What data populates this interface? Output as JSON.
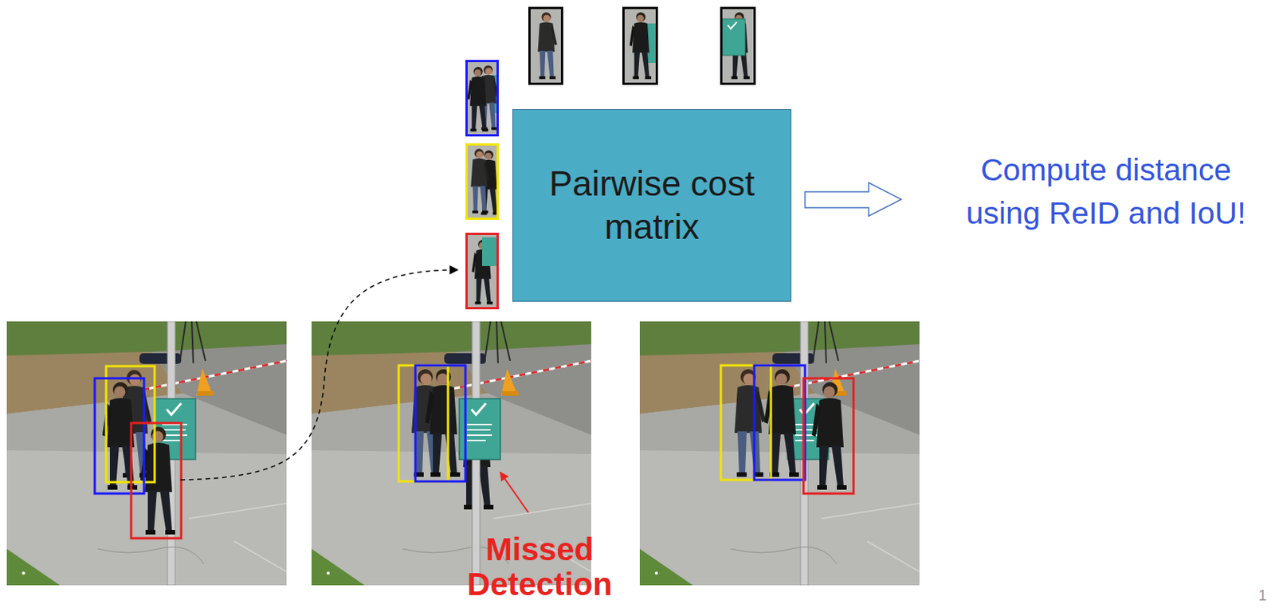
{
  "diagram": {
    "nodes": [
      {
        "text": [
          "Pairwise cost matrix"
        ]
      }
    ],
    "labels": [
      "Compute distance using ReID and IoU!",
      "Missed Detection",
      "1"
    ]
  }
}
